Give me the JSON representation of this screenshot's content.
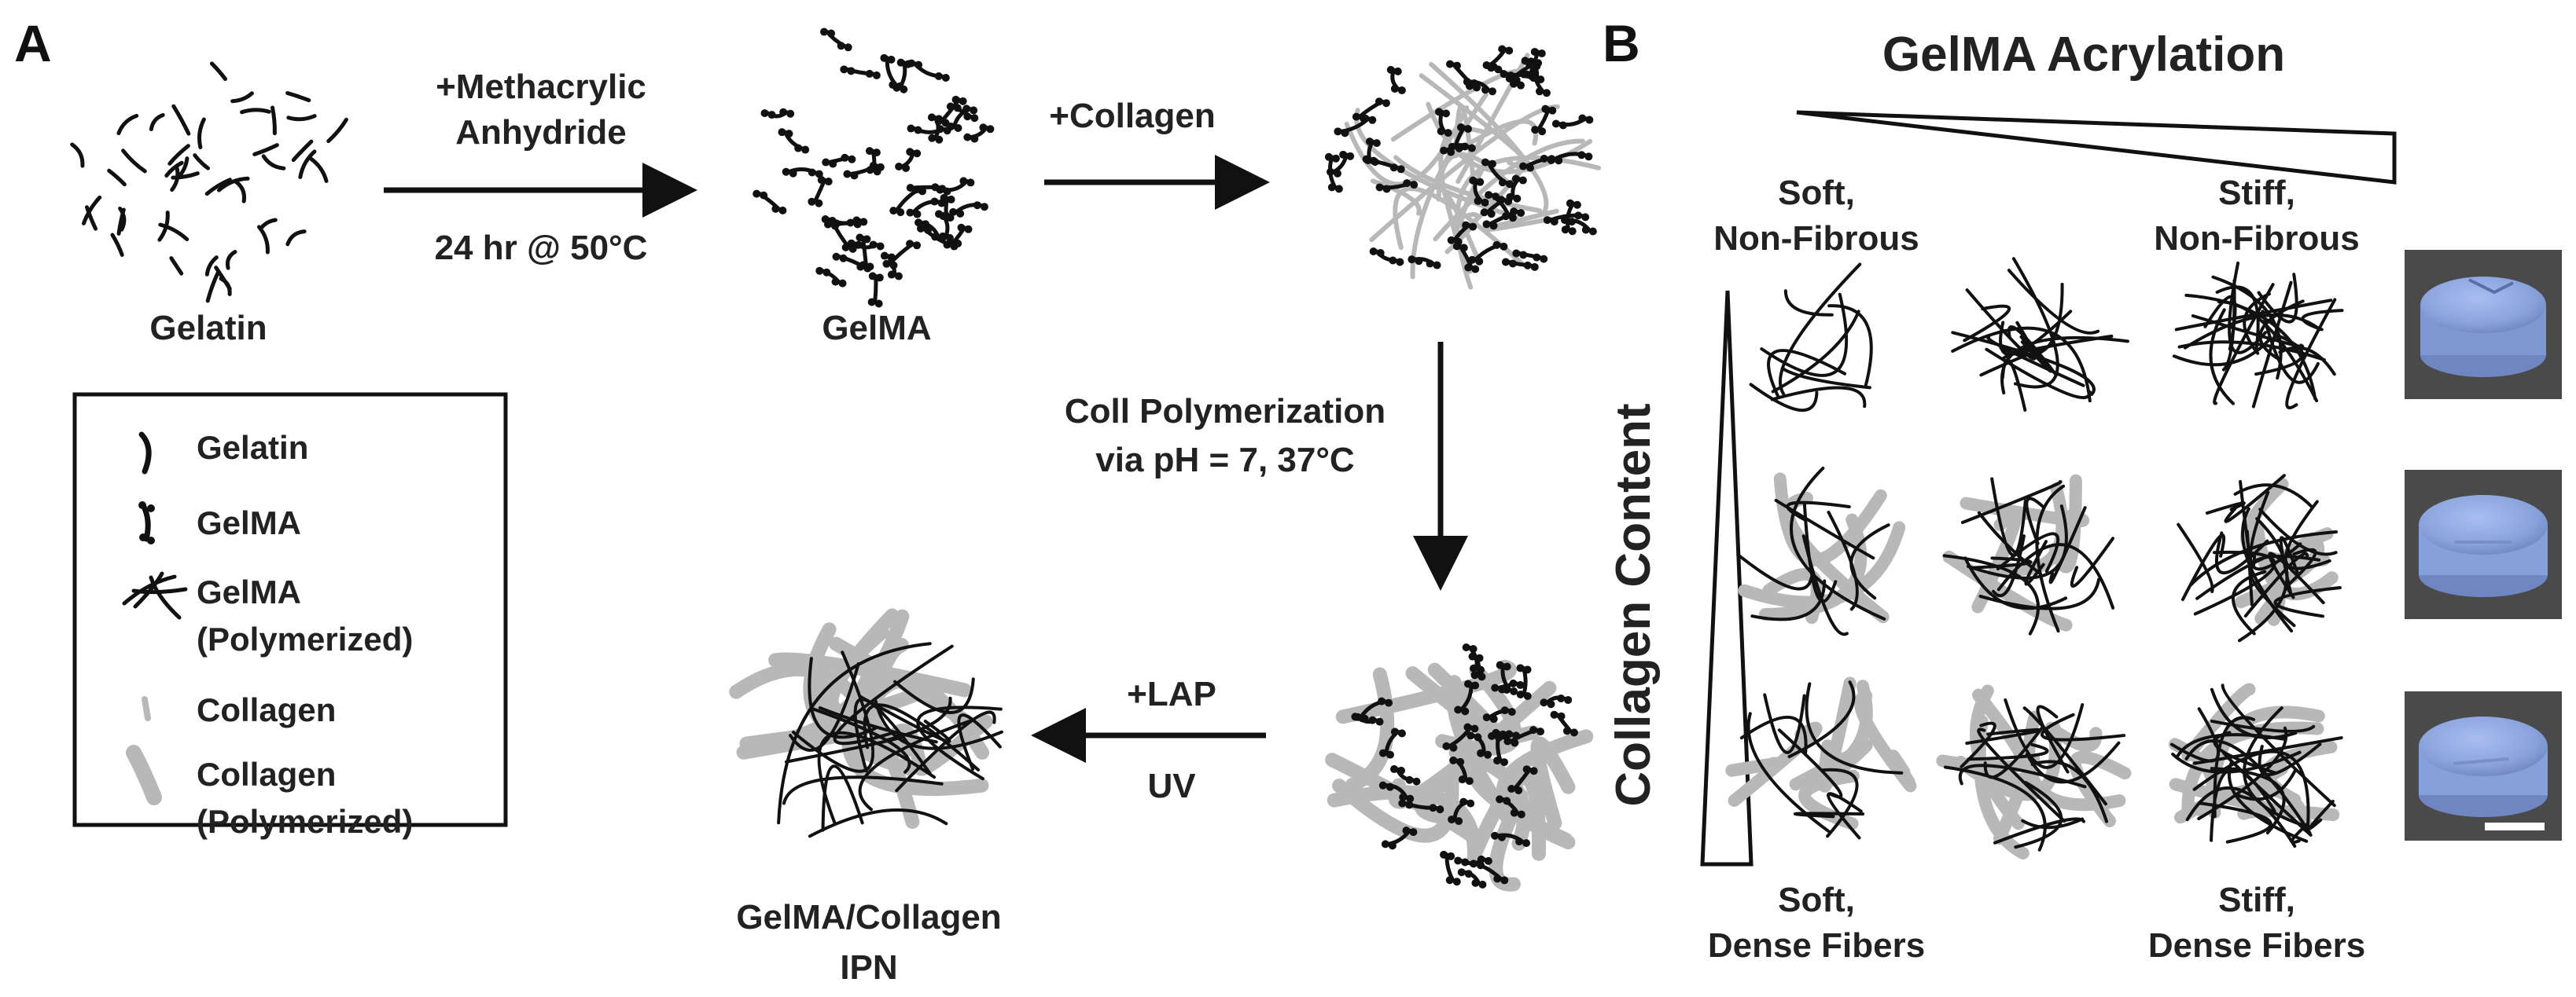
{
  "panel_a": {
    "letter": "A",
    "gelatin_label": "Gelatin",
    "gelma_label": "GelMA",
    "step1": {
      "line1": "+Methacrylic",
      "line2": "Anhydride",
      "condition": "24 hr @ 50°C"
    },
    "step2": {
      "label": "+Collagen"
    },
    "step3": {
      "line1": "Coll Polymerization",
      "line2": "via pH = 7, 37°C"
    },
    "step4": {
      "label1": "+LAP",
      "label2": "UV"
    },
    "ipn_label": {
      "line1": "GelMA/Collagen",
      "line2": "IPN"
    },
    "legend": [
      {
        "text": [
          "Gelatin"
        ],
        "icon": "gelatin-strand-icon"
      },
      {
        "text": [
          "GelMA"
        ],
        "icon": "gelma-strand-icon"
      },
      {
        "text": [
          "GelMA",
          "(Polymerized)"
        ],
        "icon": "gelma-network-icon"
      },
      {
        "text": [
          "Collagen"
        ],
        "icon": "collagen-strand-icon"
      },
      {
        "text": [
          "Collagen",
          "(Polymerized)"
        ],
        "icon": "collagen-fiber-icon"
      }
    ]
  },
  "panel_b": {
    "letter": "B",
    "top_axis": "GelMA Acrylation",
    "left_axis": "Collagen Content",
    "corners": {
      "top_left": [
        "Soft,",
        "Non-Fibrous"
      ],
      "top_right": [
        "Stiff,",
        "Non-Fibrous"
      ],
      "bottom_left": [
        "Soft,",
        "Dense Fibers"
      ],
      "bottom_right": [
        "Stiff,",
        "Dense Fibers"
      ]
    }
  },
  "colors": {
    "text": "#222222",
    "strand": "#111111",
    "collagen": "#b8b8b8",
    "hydrogel": "#8ea6de",
    "photo_bg": "#4a4a4a"
  }
}
